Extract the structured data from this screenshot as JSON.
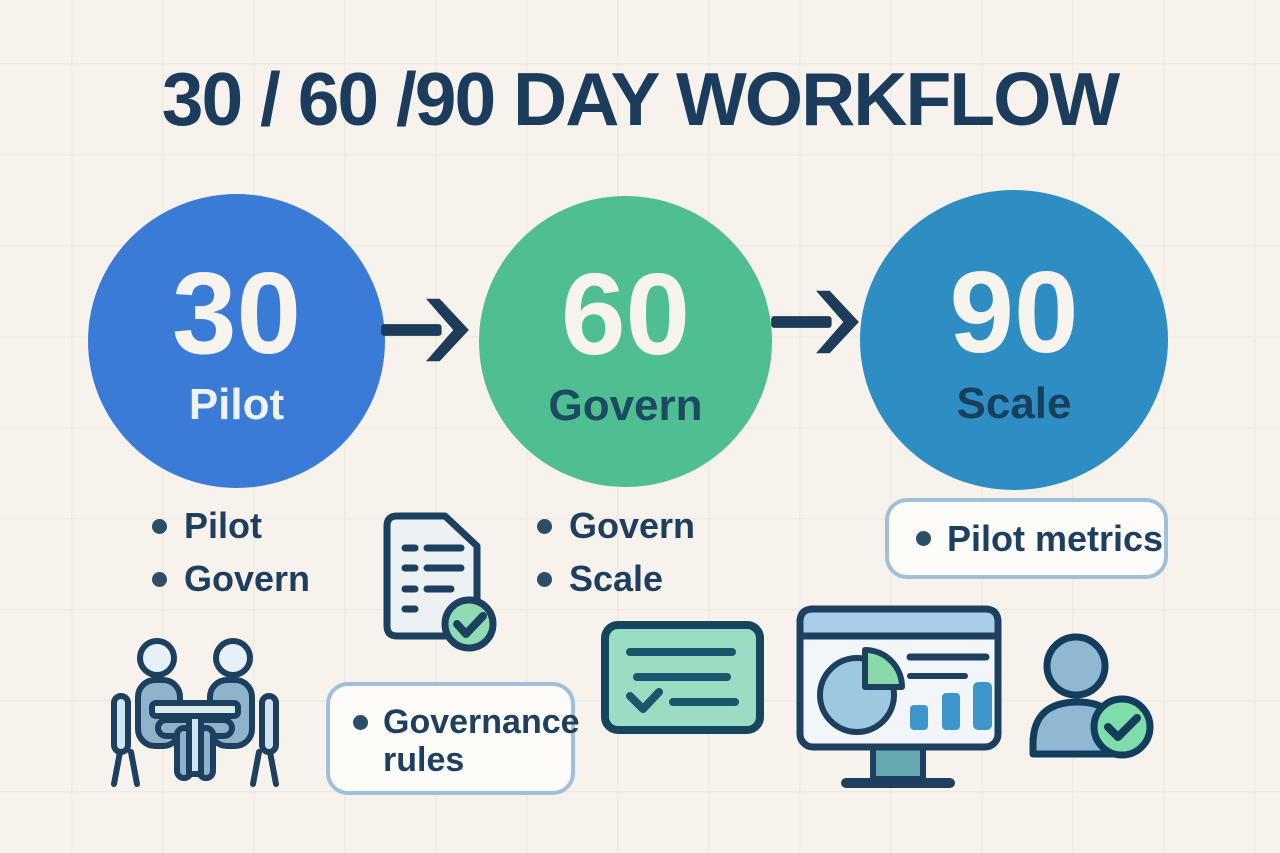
{
  "title": "30 / 60 /90 DAY WORKFLOW",
  "steps": [
    {
      "number": "30",
      "label": "Pilot",
      "circle_color": "#3a7bd8",
      "label_color": "#eef3f1"
    },
    {
      "number": "60",
      "label": "Govern",
      "circle_color": "#4fbe90",
      "label_color": "#1c4a63"
    },
    {
      "number": "90",
      "label": "Scale",
      "circle_color": "#2e8ec4",
      "label_color": "#17405e"
    }
  ],
  "notes": {
    "step1_items": [
      "Pilot",
      "Govern"
    ],
    "step2_items": [
      "Govern",
      "Scale"
    ],
    "pilot_metrics_label": "Pilot metrics",
    "governance_rules_label": "Governance rules"
  },
  "icons": [
    "people-meeting-icon",
    "document-check-icon",
    "checklist-card-icon",
    "monitor-analytics-icon",
    "user-check-icon",
    "arrow-right-icon"
  ],
  "colors": {
    "background": "#f7f3ec",
    "grid_line": "#f0ebe1",
    "title_text": "#1c3c5e",
    "body_text": "#1e3f60",
    "arrow": "#1d3c59",
    "box_border": "#9fc0d8",
    "box_fill": "#fdfcf9",
    "check_green": "#7fdcab",
    "mint_card": "#9cdcc3",
    "steel_blue": "#8fb3cb",
    "bar_blue": "#3f96ca"
  }
}
